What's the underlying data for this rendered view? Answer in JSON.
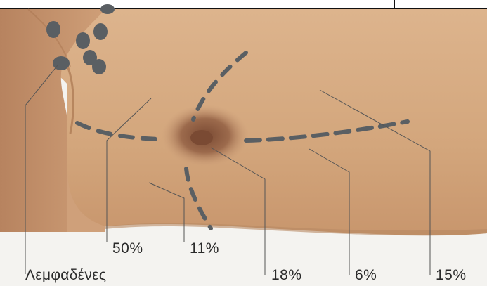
{
  "labels": {
    "lymph_nodes": "Λεμφαδένες",
    "upper_outer": "50%",
    "lower_outer": "11%",
    "central": "18%",
    "lower_inner": "6%",
    "upper_inner": "15%"
  },
  "colors": {
    "skin": "#d8ad85",
    "skin_dark": "#b98763",
    "areola": "#8f5e42",
    "markers": "#5a5f63",
    "leader_lines": "#555555",
    "background": "#f4f3f0"
  }
}
